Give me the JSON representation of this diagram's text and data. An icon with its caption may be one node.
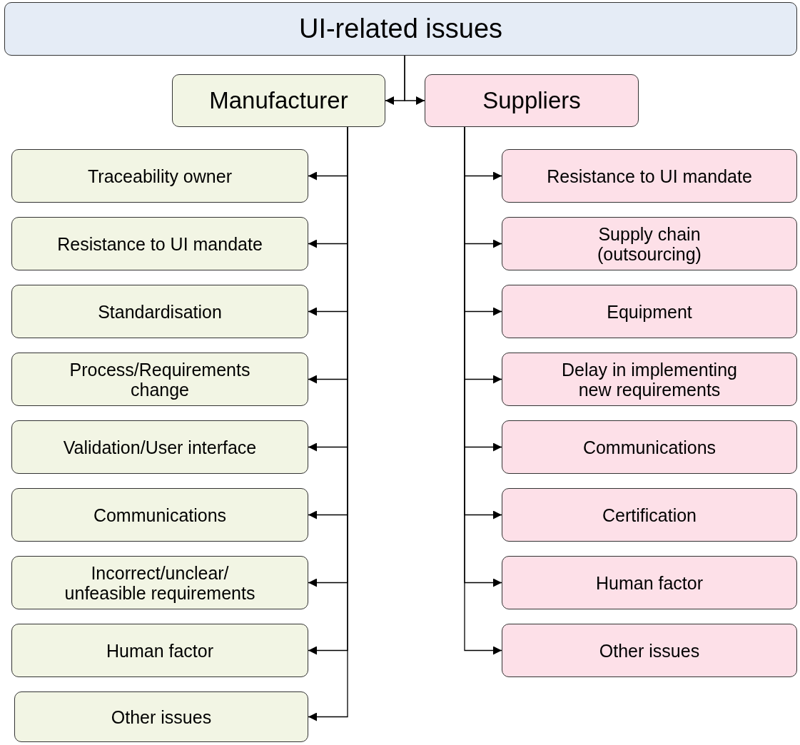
{
  "diagram": {
    "nodes": [
      {
        "text": [
          "UI-related issues"
        ]
      },
      {
        "text": [
          "Manufacturer"
        ]
      },
      {
        "text": [
          "Suppliers"
        ]
      },
      {
        "text": [
          "Traceability owner"
        ]
      },
      {
        "text": [
          "Resistance to UI mandate"
        ]
      },
      {
        "text": [
          "Standardisation"
        ]
      },
      {
        "text": [
          "Process/Requirements change"
        ]
      },
      {
        "text": [
          "Validation/User interface"
        ]
      },
      {
        "text": [
          "Communications"
        ]
      },
      {
        "text": [
          "Incorrect/unclear/ unfeasible requirements"
        ]
      },
      {
        "text": [
          "Human factor"
        ]
      },
      {
        "text": [
          "Other issues"
        ]
      },
      {
        "text": [
          "Resistance to UI mandate"
        ]
      },
      {
        "text": [
          "Supply chain (outsourcing)"
        ]
      },
      {
        "text": [
          "Equipment"
        ]
      },
      {
        "text": [
          "Delay in implementing new requirements"
        ]
      },
      {
        "text": [
          "Communications"
        ]
      },
      {
        "text": [
          "Certification"
        ]
      },
      {
        "text": [
          "Human factor"
        ]
      },
      {
        "text": [
          "Other issues"
        ]
      }
    ],
    "edges": [
      {
        "from": 0,
        "to": 1,
        "arrow": "to"
      },
      {
        "from": 0,
        "to": 2,
        "arrow": "to"
      },
      {
        "from": 1,
        "to": 3,
        "arrow": "to"
      },
      {
        "from": 1,
        "to": 4,
        "arrow": "to"
      },
      {
        "from": 1,
        "to": 5,
        "arrow": "to"
      },
      {
        "from": 1,
        "to": 6,
        "arrow": "to"
      },
      {
        "from": 1,
        "to": 7,
        "arrow": "to"
      },
      {
        "from": 1,
        "to": 8,
        "arrow": "to"
      },
      {
        "from": 1,
        "to": 9,
        "arrow": "to"
      },
      {
        "from": 1,
        "to": 10,
        "arrow": "to"
      },
      {
        "from": 1,
        "to": 11,
        "arrow": "to"
      },
      {
        "from": 2,
        "to": 12,
        "arrow": "to"
      },
      {
        "from": 2,
        "to": 13,
        "arrow": "to"
      },
      {
        "from": 2,
        "to": 14,
        "arrow": "to"
      },
      {
        "from": 2,
        "to": 15,
        "arrow": "to"
      },
      {
        "from": 2,
        "to": 16,
        "arrow": "to"
      },
      {
        "from": 2,
        "to": 17,
        "arrow": "to"
      },
      {
        "from": 2,
        "to": 18,
        "arrow": "to"
      },
      {
        "from": 2,
        "to": 19,
        "arrow": "to"
      }
    ]
  }
}
